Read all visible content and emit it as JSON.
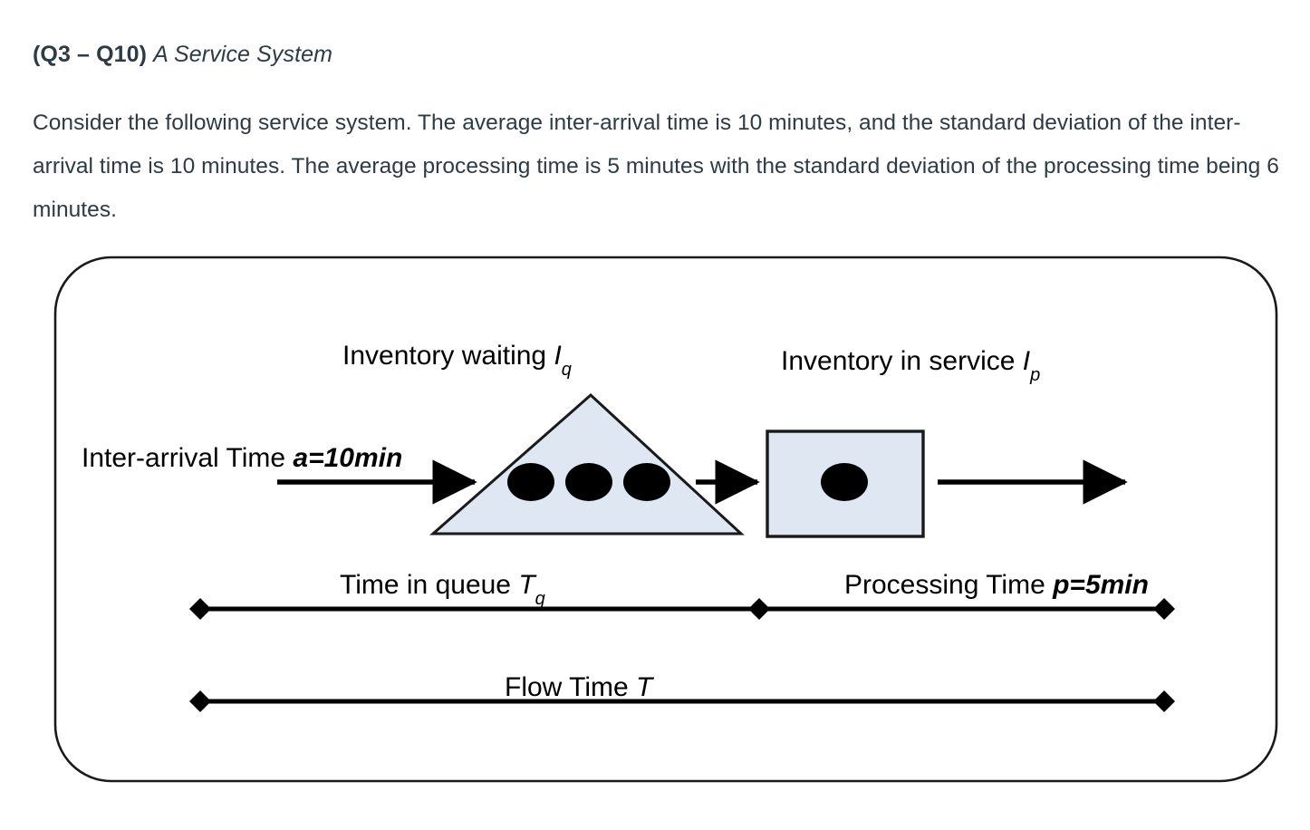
{
  "heading": {
    "question_range": "(Q3 – Q10)",
    "title": "A Service System"
  },
  "body": {
    "text": "Consider the following service system. The average inter-arrival time is 10 minutes, and the standard deviation of the inter-arrival time is 10 minutes. The average processing time is 5 minutes with the standard deviation of the processing time being 6 minutes."
  },
  "diagram": {
    "queue_label": {
      "text": "Inventory waiting ",
      "symbol": "I",
      "subscript": "q"
    },
    "service_label": {
      "text": "Inventory in service ",
      "symbol": "I",
      "subscript": "p"
    },
    "arrival_label": {
      "text": "Inter-arrival Time ",
      "value": "a=10min"
    },
    "queue_time_label": {
      "text": "Time in queue ",
      "symbol": "T",
      "subscript": "q"
    },
    "processing_label": {
      "text": "Processing Time ",
      "value": "p=5min"
    },
    "flow_time_label": {
      "text": "Flow Time ",
      "symbol": "T"
    },
    "queue_items_count": "3",
    "service_items_count": "1",
    "colors": {
      "shape_fill": "#dfe7f3",
      "shape_stroke": "#1a1a1a",
      "item_fill": "#000000",
      "line": "#000000",
      "container_stroke": "#1a1a1a"
    }
  }
}
